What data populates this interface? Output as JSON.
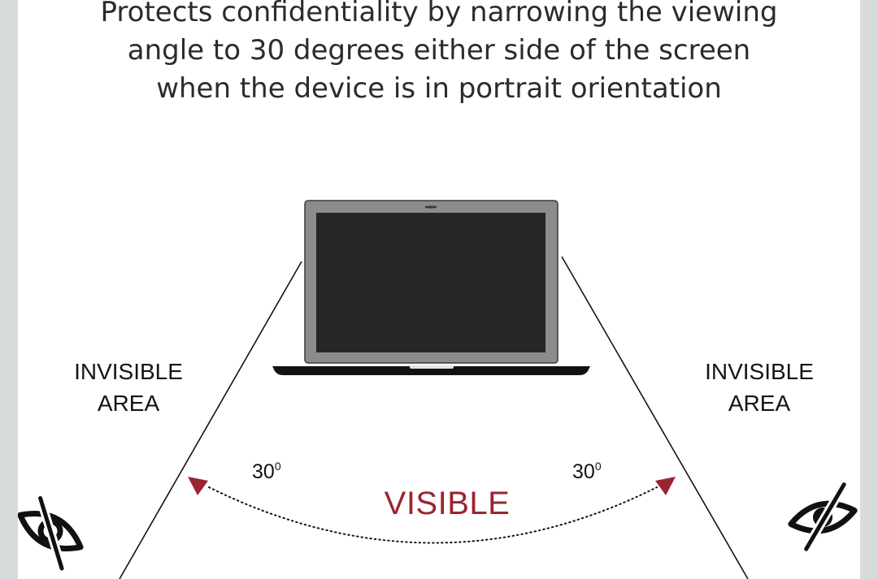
{
  "headline": {
    "line1": "Protects confidentiality by narrowing the viewing",
    "line2": "angle to 30 degrees either side of the screen",
    "line3": "when the device is in portrait orientation"
  },
  "zones": {
    "left": {
      "line1": "INVISIBLE",
      "line2": "AREA"
    },
    "right": {
      "line1": "INVISIBLE",
      "line2": "AREA"
    },
    "center": "VISIBLE"
  },
  "angles": {
    "left": {
      "value": "30",
      "unit": "0"
    },
    "right": {
      "value": "30",
      "unit": "0"
    }
  },
  "icons": {
    "left": "eye-slash-icon",
    "right": "eye-slash-icon",
    "device": "laptop-icon"
  },
  "colors": {
    "accent": "#9b2431",
    "ink": "#141414",
    "screen": "#262626",
    "bezel": "#8c8c8c",
    "background": "#ffffff",
    "frame": "#d6dcdc"
  }
}
